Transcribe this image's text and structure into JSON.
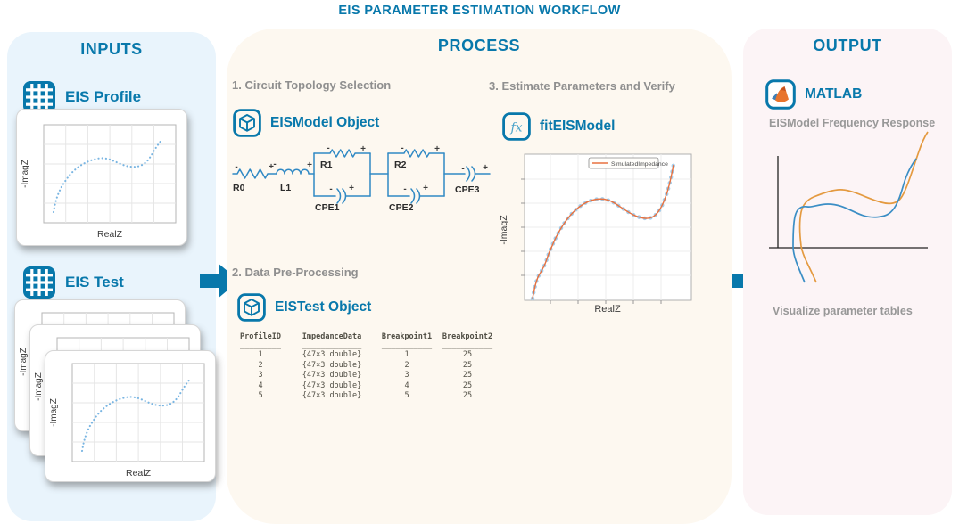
{
  "title": "EIS PARAMETER ESTIMATION WORKFLOW",
  "plot": {
    "ylabel": "-ImagZ",
    "xlabel": "RealZ"
  },
  "inputs": {
    "heading": "INPUTS",
    "profile_label": "EIS Profile",
    "test_label": "EIS Test"
  },
  "process": {
    "heading": "PROCESS",
    "step1": "1. Circuit Topology Selection",
    "model_label": "EISModel Object",
    "circuit": {
      "minus": "-",
      "plus": "+",
      "r0": "R0",
      "l1": "L1",
      "r1": "R1",
      "cpe1": "CPE1",
      "r2": "R2",
      "cpe2": "CPE2",
      "cpe3": "CPE3"
    },
    "step2": "2. Data Pre-Processing",
    "test_label": "EISTest Object",
    "table": {
      "headers": [
        "ProfileID",
        "ImpedanceData",
        "Breakpoint1",
        "Breakpoint2"
      ],
      "rules": [
        "_________",
        "_____________",
        "___________",
        "___________"
      ],
      "rows": [
        [
          "1",
          "{47×3 double}",
          "1",
          "25"
        ],
        [
          "2",
          "{47×3 double}",
          "2",
          "25"
        ],
        [
          "3",
          "{47×3 double}",
          "3",
          "25"
        ],
        [
          "4",
          "{47×3 double}",
          "4",
          "25"
        ],
        [
          "5",
          "{47×3 double}",
          "5",
          "25"
        ]
      ]
    },
    "step3": "3. Estimate Parameters and Verify",
    "fit_label": "fitEISModel",
    "legend": "SimulatedImpedance"
  },
  "output": {
    "heading": "OUTPUT",
    "matlab_label": "MATLAB",
    "freq_label": "EISModel Frequency Response",
    "viz_label": "Visualize parameter tables"
  },
  "icons": {
    "fx": "fx"
  },
  "colors": {
    "accent_blue": "#0878ab",
    "panel_inputs": "#e9f4fc",
    "panel_process": "#fdf8f0",
    "panel_output": "#fcf4f6",
    "curve_blue": "#79b5e2",
    "fit_orange": "#e8713f",
    "output_blue": "#3b8ec5",
    "output_orange": "#e49a40",
    "heading_gray": "#8f8f8f"
  }
}
